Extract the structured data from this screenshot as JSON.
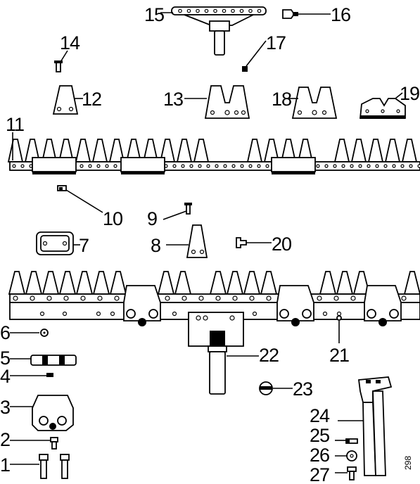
{
  "figure_code": "298",
  "callouts": [
    {
      "id": "c1",
      "label": "1"
    },
    {
      "id": "c2",
      "label": "2"
    },
    {
      "id": "c3",
      "label": "3"
    },
    {
      "id": "c4",
      "label": "4"
    },
    {
      "id": "c5",
      "label": "5"
    },
    {
      "id": "c6",
      "label": "6"
    },
    {
      "id": "c7",
      "label": "7"
    },
    {
      "id": "c8",
      "label": "8"
    },
    {
      "id": "c9",
      "label": "9"
    },
    {
      "id": "c10",
      "label": "10"
    },
    {
      "id": "c11",
      "label": "11"
    },
    {
      "id": "c12",
      "label": "12"
    },
    {
      "id": "c13",
      "label": "13"
    },
    {
      "id": "c14",
      "label": "14"
    },
    {
      "id": "c15",
      "label": "15"
    },
    {
      "id": "c16",
      "label": "16"
    },
    {
      "id": "c17",
      "label": "17"
    },
    {
      "id": "c18",
      "label": "18"
    },
    {
      "id": "c19",
      "label": "19"
    },
    {
      "id": "c20",
      "label": "20"
    },
    {
      "id": "c21",
      "label": "21"
    },
    {
      "id": "c22",
      "label": "22"
    },
    {
      "id": "c23",
      "label": "23"
    },
    {
      "id": "c24",
      "label": "24"
    },
    {
      "id": "c25",
      "label": "25"
    },
    {
      "id": "c26",
      "label": "26"
    },
    {
      "id": "c27",
      "label": "27"
    }
  ]
}
